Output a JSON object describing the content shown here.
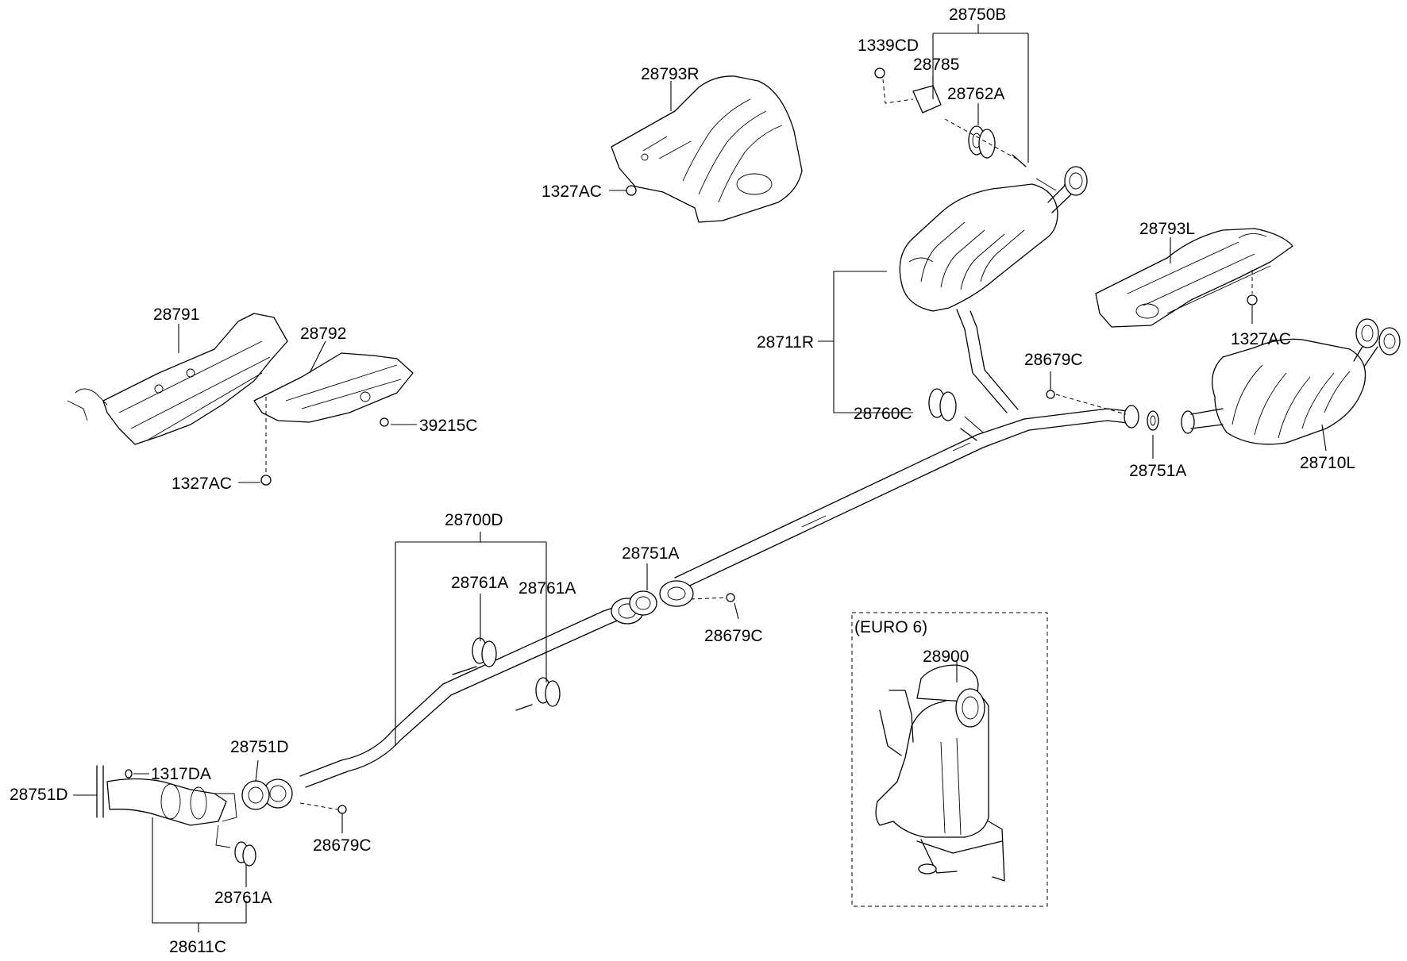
{
  "inset": {
    "title": "(EURO 6)"
  },
  "labels": {
    "p28750B": "28750B",
    "p1339CD": "1339CD",
    "p28785": "28785",
    "p28762A": "28762A",
    "p28793R": "28793R",
    "p1327AC_top": "1327AC",
    "p28793L": "28793L",
    "p1327AC_right": "1327AC",
    "p28711R": "28711R",
    "p28760C": "28760C",
    "p28679C_right": "28679C",
    "p28751A_right": "28751A",
    "p28710L": "28710L",
    "p28791": "28791",
    "p28792": "28792",
    "p39215C": "39215C",
    "p1327AC_left": "1327AC",
    "p28700D": "28700D",
    "p28761A_a": "28761A",
    "p28761A_b": "28761A",
    "p28751A_mid": "28751A",
    "p28679C_mid": "28679C",
    "p28900": "28900",
    "p28751D_gasket": "28751D",
    "p28751D_left": "28751D",
    "p1317DA": "1317DA",
    "p28679C_bottom": "28679C",
    "p28761A_bottom": "28761A",
    "p28611C": "28611C"
  }
}
